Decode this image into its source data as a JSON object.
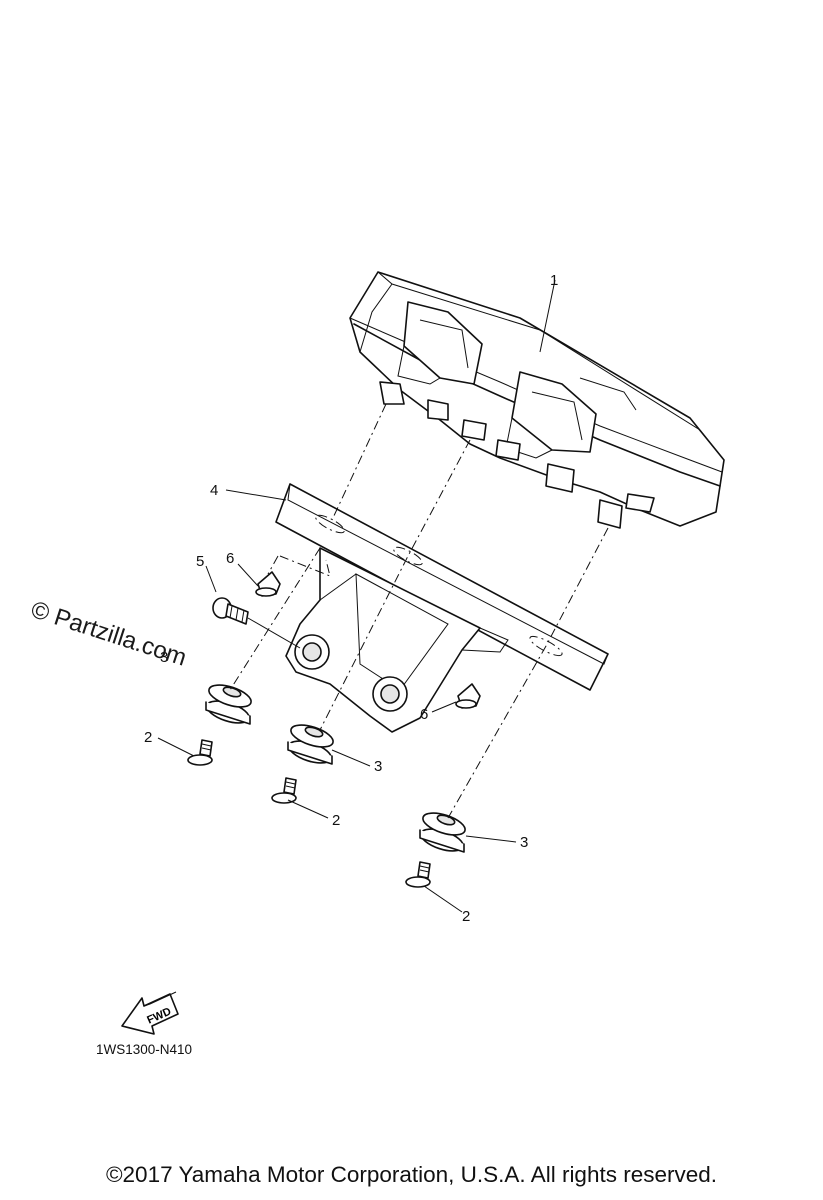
{
  "callouts": {
    "c1": "1",
    "c2a": "2",
    "c2b": "2",
    "c2c": "2",
    "c3a": "3",
    "c3b": "3",
    "c3c": "3",
    "c4": "4",
    "c5": "5",
    "c6a": "6",
    "c6b": "6"
  },
  "fwd_label": "FWD",
  "diagram_code": "1WS1300-N410",
  "watermark": "© Partzilla.com",
  "copyright": "©2017 Yamaha Motor Corporation, U.S.A. All rights reserved."
}
